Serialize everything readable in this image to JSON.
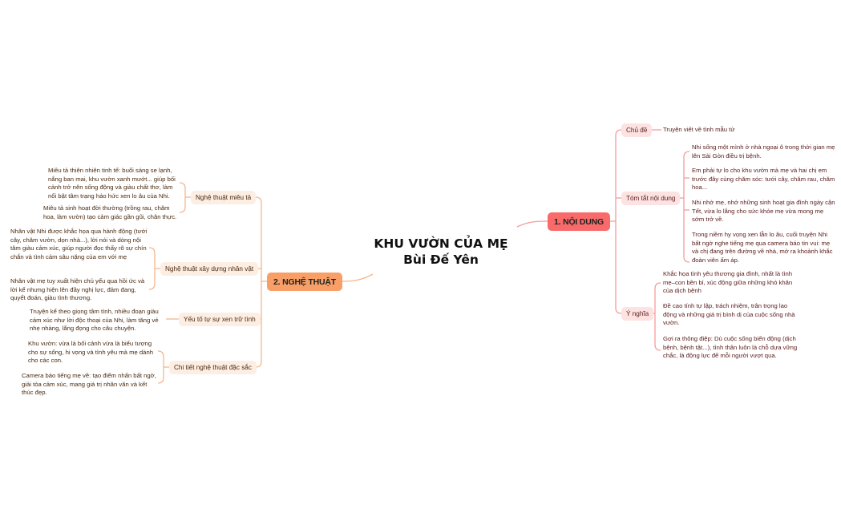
{
  "central": {
    "title": "KHU VƯỜN CỦA MẸ",
    "author": "Bùi Đế Yên"
  },
  "colors": {
    "branch1": "#f96a6a",
    "branch1_sub": "#fde2e2",
    "branch2": "#f79f67",
    "branch2_sub": "#fdeee3",
    "line1": "#f79a9a",
    "line2": "#f7b58a"
  },
  "branch1": {
    "label": "1. NỘI DUNG",
    "topics": [
      {
        "label": "Chủ đề",
        "leaves": [
          "Truyện viết về tình mẫu tử"
        ]
      },
      {
        "label": "Tóm tắt nội dung",
        "leaves": [
          "Nhi sống một mình ở nhà ngoại ô trong thời gian mẹ lên Sài Gòn điều trị bệnh.",
          "Em phải tự lo cho khu vườn mà mẹ và hai chị em trước đây cùng chăm sóc: tưới cây, chăm rau, chăm hoa...",
          "Nhi nhớ mẹ, nhớ những sinh hoạt gia đình ngày cận Tết, vừa lo lắng cho sức khỏe mẹ vừa mong mẹ sớm trở về.",
          "Trong niềm hy vọng xen lẫn lo âu, cuối truyện Nhi bất ngờ nghe tiếng mẹ qua camera báo tin vui: mẹ và chị đang trên đường về nhà, mở ra khoảnh khắc đoàn viên ấm áp."
        ]
      },
      {
        "label": "Ý nghĩa",
        "leaves": [
          "Khắc họa tình yêu thương gia đình, nhất là tình mẹ–con bền bỉ, xúc động giữa những khó khăn của dịch bệnh",
          "Đề cao tính tự lập, trách nhiệm, trân trọng lao động và những giá trị bình dị của cuộc sống nhà vườn.",
          "Gợi ra thông điệp: Dù cuộc sống biến động (dịch bệnh, bệnh tật...), tình thân luôn là chỗ dựa vững chắc, là động lực để mỗi người vượt qua."
        ]
      }
    ]
  },
  "branch2": {
    "label": "2. NGHỆ THUẬT",
    "topics": [
      {
        "label": "Nghệ thuật miêu tả",
        "leaves": [
          "Miêu tả thiên nhiên tinh tế: buổi sáng se lạnh, nắng ban mai, khu vườn xanh mướt... giúp bối cảnh trở nên sống động và giàu chất thơ, làm nổi bật tâm trạng háo hức xen lo âu của Nhi.",
          "Miêu tả sinh hoạt đời thường (trồng rau, chăm hoa, làm vườn) tạo cảm giác gần gũi, chân thực."
        ]
      },
      {
        "label": "Nghệ thuật xây dựng nhân vật",
        "leaves": [
          "Nhân vật Nhi được khắc họa qua hành động (tưới cây, chăm vườn, dọn nhà...), lời nói và dòng nội tâm giàu cảm xúc, giúp người đọc thấy rõ sự chín chắn và tình cảm sâu nặng của em với mẹ",
          "Nhân vật mẹ tuy xuất hiện chủ yếu qua hồi ức và lời kể nhưng hiện lên đầy nghị lực, đảm đang, quyết đoán, giàu tình thương."
        ]
      },
      {
        "label": "Yếu tố tự sự xen trữ tình",
        "leaves": [
          "Truyện kể theo giọng tâm tình, nhiều đoạn giàu cảm xúc như lời độc thoại của Nhi, làm tăng vẻ nhẹ nhàng, lắng đọng cho câu chuyện."
        ]
      },
      {
        "label": "Chi tiết nghệ thuật đặc sắc",
        "leaves": [
          "Khu vườn: vừa là bối cảnh vừa là biểu tượng cho sự sống, hi vọng và tình yêu mà mẹ dành cho các con.",
          "Camera báo tiếng mẹ về: tạo điểm nhấn bất ngờ, giải tỏa cảm xúc, mang giá trị nhân văn và kết thúc đẹp."
        ]
      }
    ]
  }
}
